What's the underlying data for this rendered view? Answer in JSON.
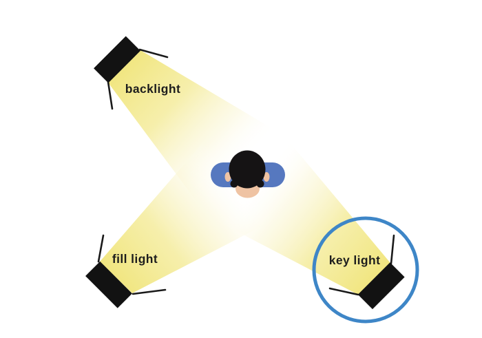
{
  "diagram": {
    "subject": "three-point-lighting-top-view",
    "labels": {
      "backlight": "backlight",
      "fill_light": "fill light",
      "key_light": "key light"
    },
    "colors": {
      "background": "#ffffff",
      "beam_bright_yellow": "#f1e681",
      "beam_mid_yellow": "#f5eda2",
      "beam_pale_yellow": "#fbf7da",
      "beam_fade_white": "#ffffff",
      "fixture_black": "#121212",
      "stand_leg_black": "#1a1a1a",
      "highlight_circle_blue": "#3e86c7",
      "shirt_blue": "#5678bf",
      "skin_tone": "#efc3a3",
      "hair_black": "#151314",
      "label_text": "#1d1d1d"
    }
  }
}
